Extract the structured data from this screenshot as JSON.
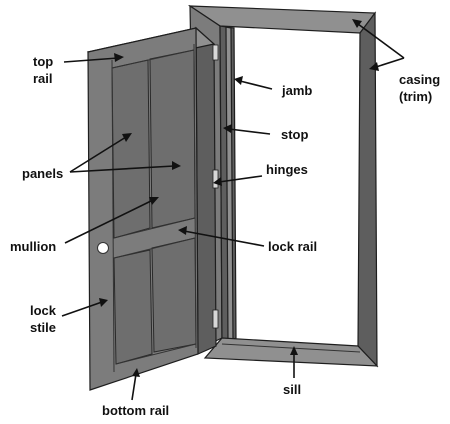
{
  "labels": {
    "top_rail": [
      "top",
      "rail"
    ],
    "jamb": "jamb",
    "casing": [
      "casing",
      "(trim)"
    ],
    "stop": "stop",
    "panels": "panels",
    "hinges": "hinges",
    "mullion": "mullion",
    "lock_rail": "lock rail",
    "lock_stile": [
      "lock",
      "stile"
    ],
    "sill": "sill",
    "bottom_rail": "bottom rail"
  },
  "colors": {
    "wood": "#7c7c7c",
    "wood_light": "#909090",
    "wood_dark": "#5e5e5e",
    "outline": "#1e1e1e",
    "text": "#111111"
  }
}
